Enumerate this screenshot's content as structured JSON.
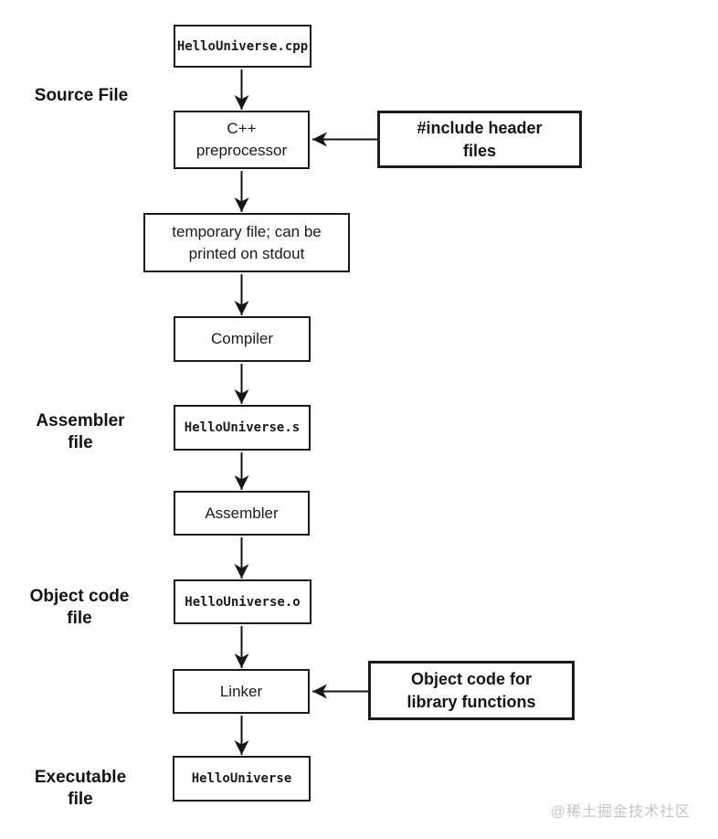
{
  "diagram": {
    "title_implicit": "C++ compilation process flowchart",
    "colors": {
      "background": "#ffffff",
      "line": "#1b1b1b",
      "text": "#1b1b1b",
      "watermark": "#c5c5c5"
    },
    "boxes": {
      "cpp": {
        "text": "HelloUniverse.cpp"
      },
      "preprocessor": {
        "lines": [
          "C++",
          "preprocessor"
        ]
      },
      "include": {
        "lines": [
          "#include header",
          "files"
        ]
      },
      "temp": {
        "lines": [
          "temporary file; can be",
          "printed on stdout"
        ]
      },
      "compiler": {
        "text": "Compiler"
      },
      "asm_file": {
        "text": "HelloUniverse.s"
      },
      "assembler": {
        "text": "Assembler"
      },
      "obj_file": {
        "text": "HelloUniverse.o"
      },
      "linker": {
        "text": "Linker"
      },
      "lib": {
        "lines": [
          "Object code for",
          "library functions"
        ]
      },
      "exe": {
        "text": "HelloUniverse"
      }
    },
    "side_labels": {
      "source": {
        "lines": [
          "Source File",
          ""
        ]
      },
      "assembler": {
        "lines": [
          "Assembler",
          "file"
        ]
      },
      "object": {
        "lines": [
          "Object code",
          "file"
        ]
      },
      "executable": {
        "lines": [
          "Executable",
          "file"
        ]
      }
    },
    "watermark": {
      "text": "@稀土掘金技术社区"
    }
  }
}
